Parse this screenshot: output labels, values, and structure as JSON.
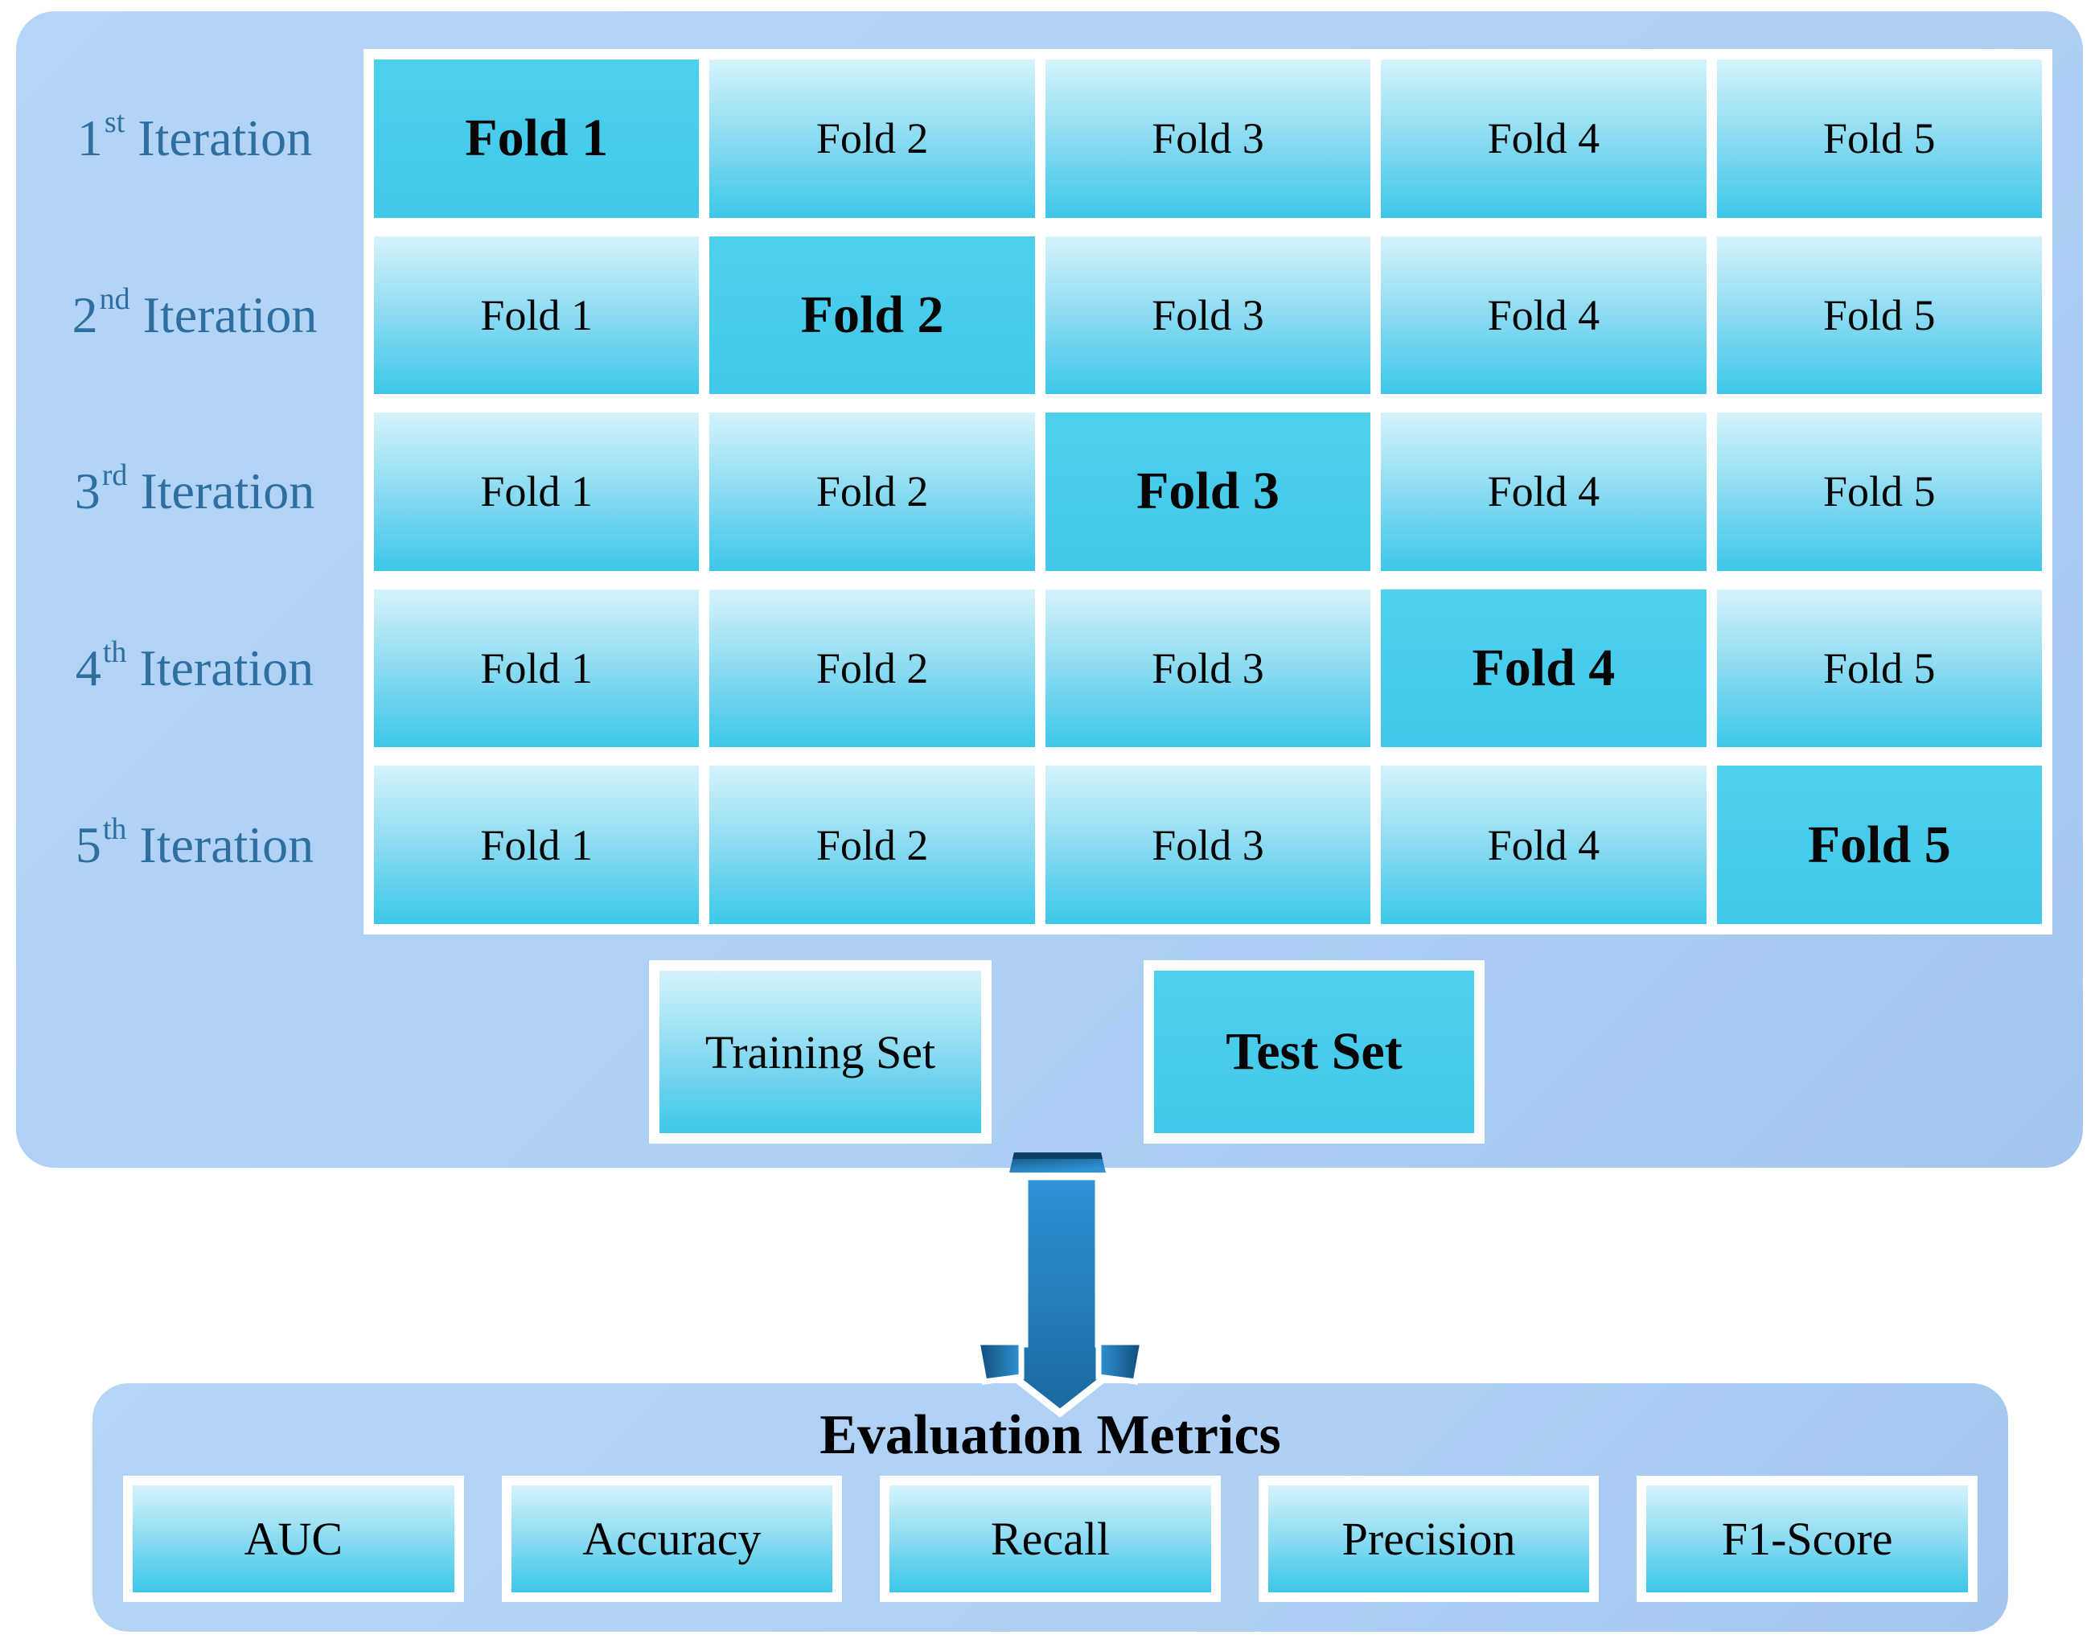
{
  "colors": {
    "panel": "#aed0f5",
    "panel_light": "#b4d5f7",
    "panel_deep": "#a3c6ee",
    "white": "#ffffff",
    "cell_grad_top": "#d5f3fb",
    "cell_grad_mid": "#8edcf2",
    "cell_grad_bottom": "#3cc7e9",
    "test_grad_top": "#4ed0ed",
    "test_grad_bottom": "#41c8ea",
    "label_text": "#2e6f9f",
    "cell_text": "#050505",
    "arrow_light": "#2f93d6",
    "arrow_dark": "#1b689f",
    "arrow_deep": "#0f4a74",
    "arrow_edge": "#0c3f63"
  },
  "cv_panel": {
    "iterations": [
      {
        "ordinal": "1",
        "suffix": "st",
        "word": "Iteration",
        "test_fold": 1
      },
      {
        "ordinal": "2",
        "suffix": "nd",
        "word": "Iteration",
        "test_fold": 2
      },
      {
        "ordinal": "3",
        "suffix": "rd",
        "word": "Iteration",
        "test_fold": 3
      },
      {
        "ordinal": "4",
        "suffix": "th",
        "word": "Iteration",
        "test_fold": 4
      },
      {
        "ordinal": "5",
        "suffix": "th",
        "word": "Iteration",
        "test_fold": 5
      }
    ],
    "fold_labels": [
      "Fold 1",
      "Fold 2",
      "Fold 3",
      "Fold 4",
      "Fold 5"
    ]
  },
  "legend": {
    "training_label": "Training Set",
    "test_label": "Test Set"
  },
  "evaluation": {
    "title": "Evaluation Metrics",
    "metrics": [
      "AUC",
      "Accuracy",
      "Recall",
      "Precision",
      "F1-Score"
    ]
  }
}
